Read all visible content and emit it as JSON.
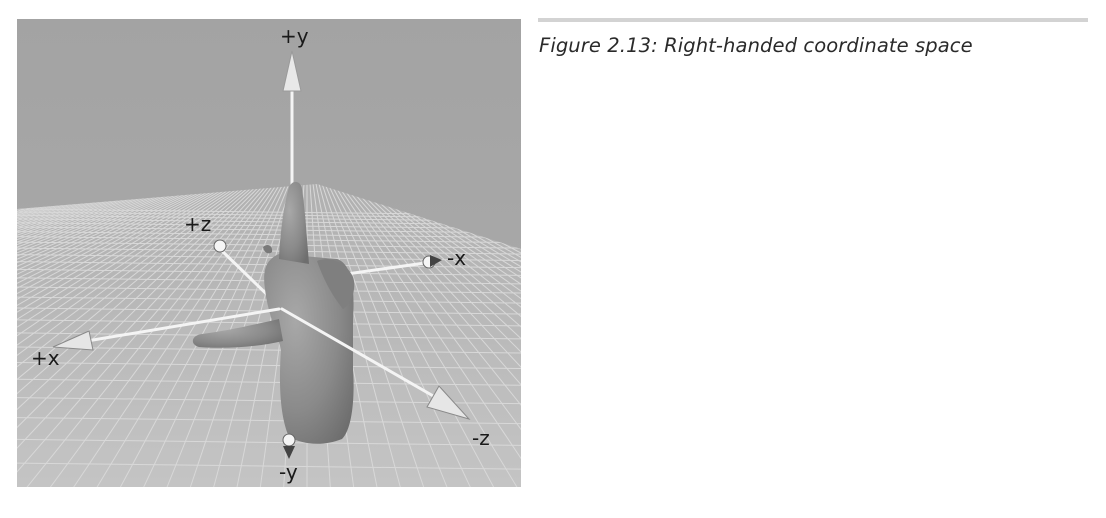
{
  "figure": {
    "caption": "Figure 2.13: Right-handed coordinate space",
    "axis_labels": {
      "pos_y": "+y",
      "neg_y": "-y",
      "pos_x": "+x",
      "neg_x": "-x",
      "pos_z": "+z",
      "neg_z": "-z"
    }
  },
  "colors": {
    "background_wall": "#a6a6a6",
    "floor": "#b8b8b8",
    "grid_lines": "#d9d9d9",
    "axis": "#f2f2f2",
    "hand": "#8c8c8c",
    "caption_rule": "#d3d3d3"
  }
}
